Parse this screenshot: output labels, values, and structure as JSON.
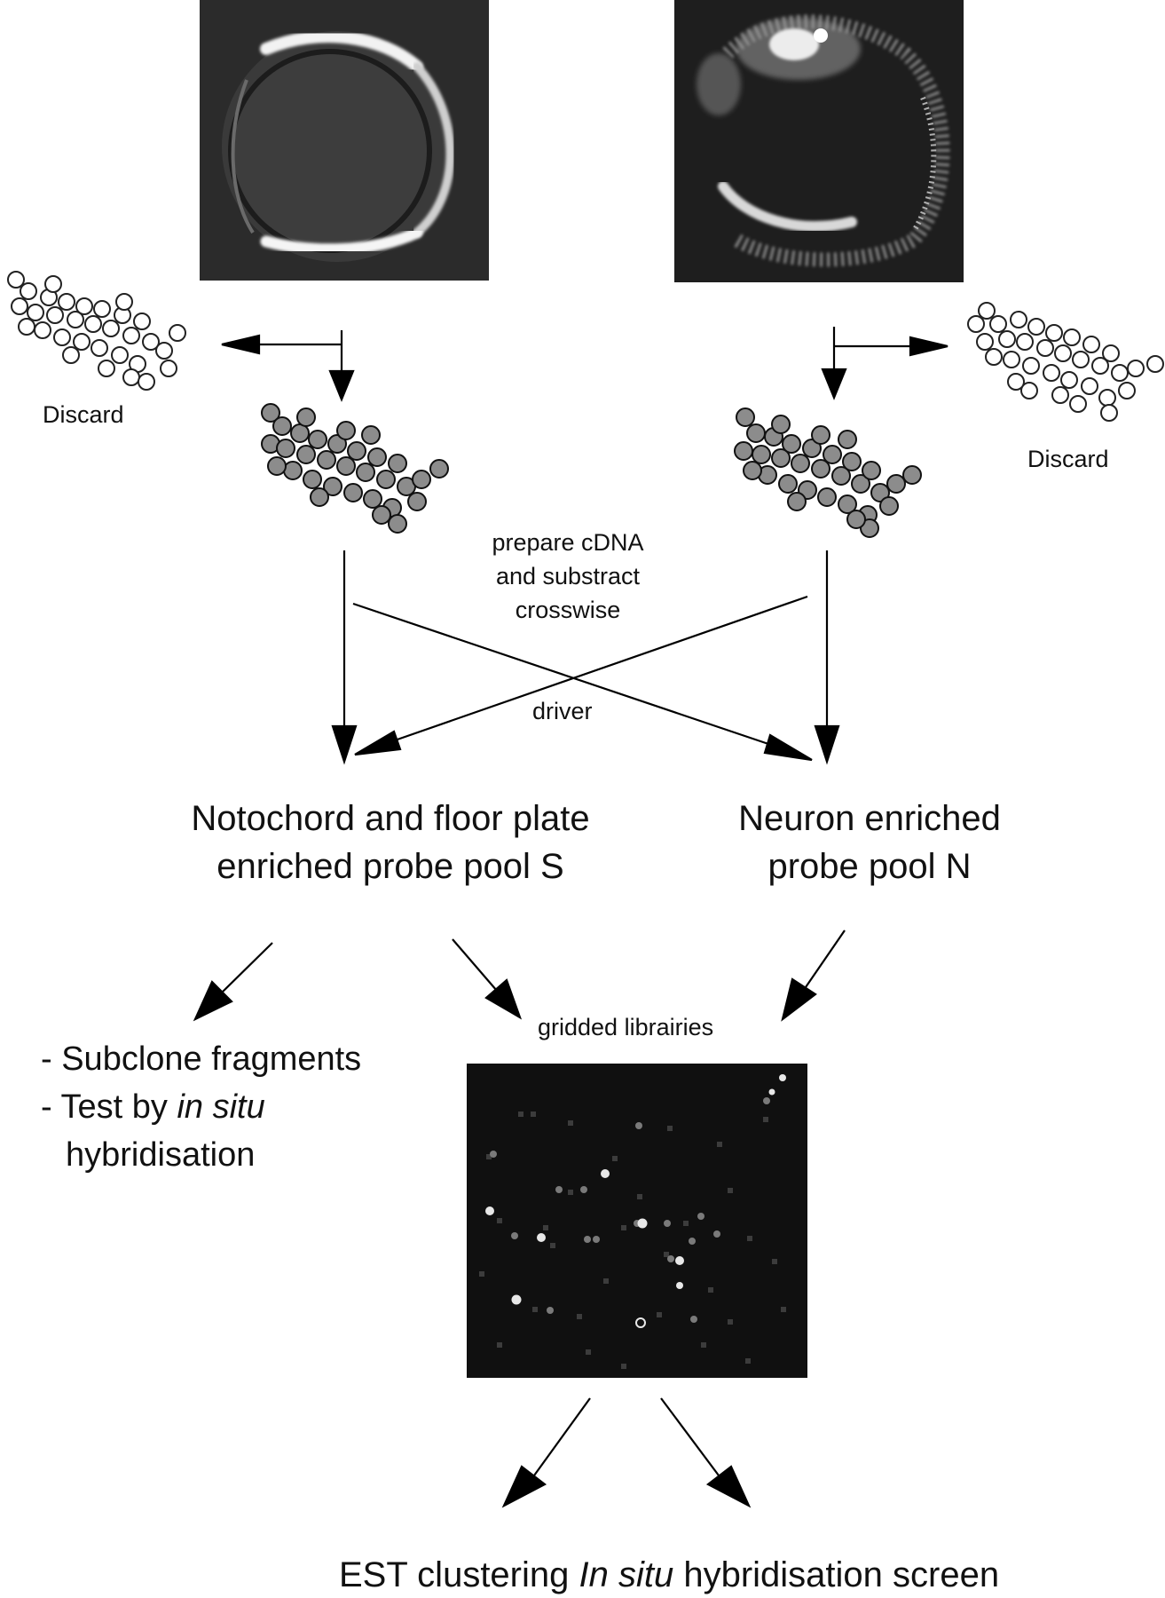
{
  "labels": {
    "discard_left": "Discard",
    "discard_right": "Discard",
    "prepare_line1": "prepare cDNA",
    "prepare_line2": "and substract",
    "prepare_line3": "crosswise",
    "driver": "driver",
    "pool_s_line1": "Notochord and floor plate",
    "pool_s_line2": "enriched probe pool S",
    "pool_n_line1": "Neuron enriched",
    "pool_n_line2": "probe pool N",
    "gridded": "gridded librairies",
    "sub_line1": "- Subclone fragments",
    "sub_line2_prefix": "- Test by ",
    "sub_line2_italic": "in situ",
    "sub_line3": "hybridisation",
    "bottom_est": "EST clustering ",
    "bottom_italic": "In situ",
    "bottom_rest": " hybridisation screen"
  }
}
